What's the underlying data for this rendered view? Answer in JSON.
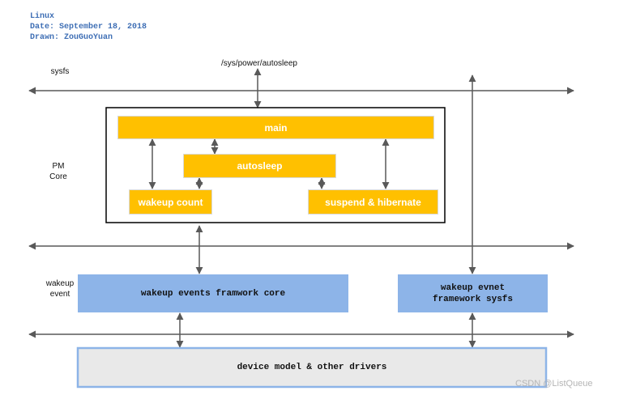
{
  "header": {
    "line1": "Linux",
    "line2": "Date: September 18, 2018",
    "line3": "Drawn: ZouGuoYuan"
  },
  "labels": {
    "sysfs": "sysfs",
    "autosleep_path": "/sys/power/autosleep",
    "pm_core_1": "PM",
    "pm_core_2": "Core",
    "wakeup_event_1": "wakeup",
    "wakeup_event_2": "event"
  },
  "boxes": {
    "main": "main",
    "autosleep": "autosleep",
    "wakeup_count": "wakeup count",
    "suspend_hibernate": "suspend & hibernate",
    "wakeup_core": "wakeup events framwork core",
    "wakeup_sysfs_1": "wakeup evnet",
    "wakeup_sysfs_2": "framework sysfs",
    "device_model": "device model & other drivers"
  },
  "watermark": "CSDN @ListQueue",
  "colors": {
    "yellow": "#ffc000",
    "blue": "#8db4e8",
    "gray_box": "#e9e9e9",
    "line": "#595959",
    "header_text": "#3f6fb5"
  }
}
